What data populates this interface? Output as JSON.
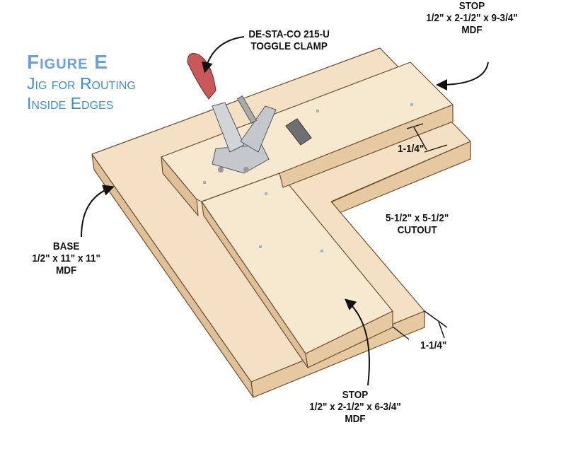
{
  "figure": {
    "title": "Figure E",
    "subtitle_line1": "Jig for Routing",
    "subtitle_line2": "Inside Edges"
  },
  "labels": {
    "clamp": {
      "line1": "DE-STA-CO 215-U",
      "line2": "TOGGLE CLAMP"
    },
    "long_stop": {
      "line1": "STOP",
      "line2": "1/2\" x 2-1/2\" x 9-3/4\"",
      "line3": "MDF"
    },
    "base": {
      "line1": "BASE",
      "line2": "1/2\" x 11\" x 11\"",
      "line3": "MDF"
    },
    "cutout": {
      "line1": "5-1/2\" x 5-1/2\"",
      "line2": "CUTOUT"
    },
    "short_stop": {
      "line1": "STOP",
      "line2": "1/2\" x 2-1/2\" x 6-3/4\"",
      "line3": "MDF"
    },
    "dim_top": "1-1/4\"",
    "dim_bottom": "1-1/4\""
  },
  "colors": {
    "title": "#3d8fd1",
    "wood_top": "#f3dfc0",
    "wood_side": "#e2c49a",
    "handle": "#c9585a",
    "metal": "#c4c8cc"
  }
}
